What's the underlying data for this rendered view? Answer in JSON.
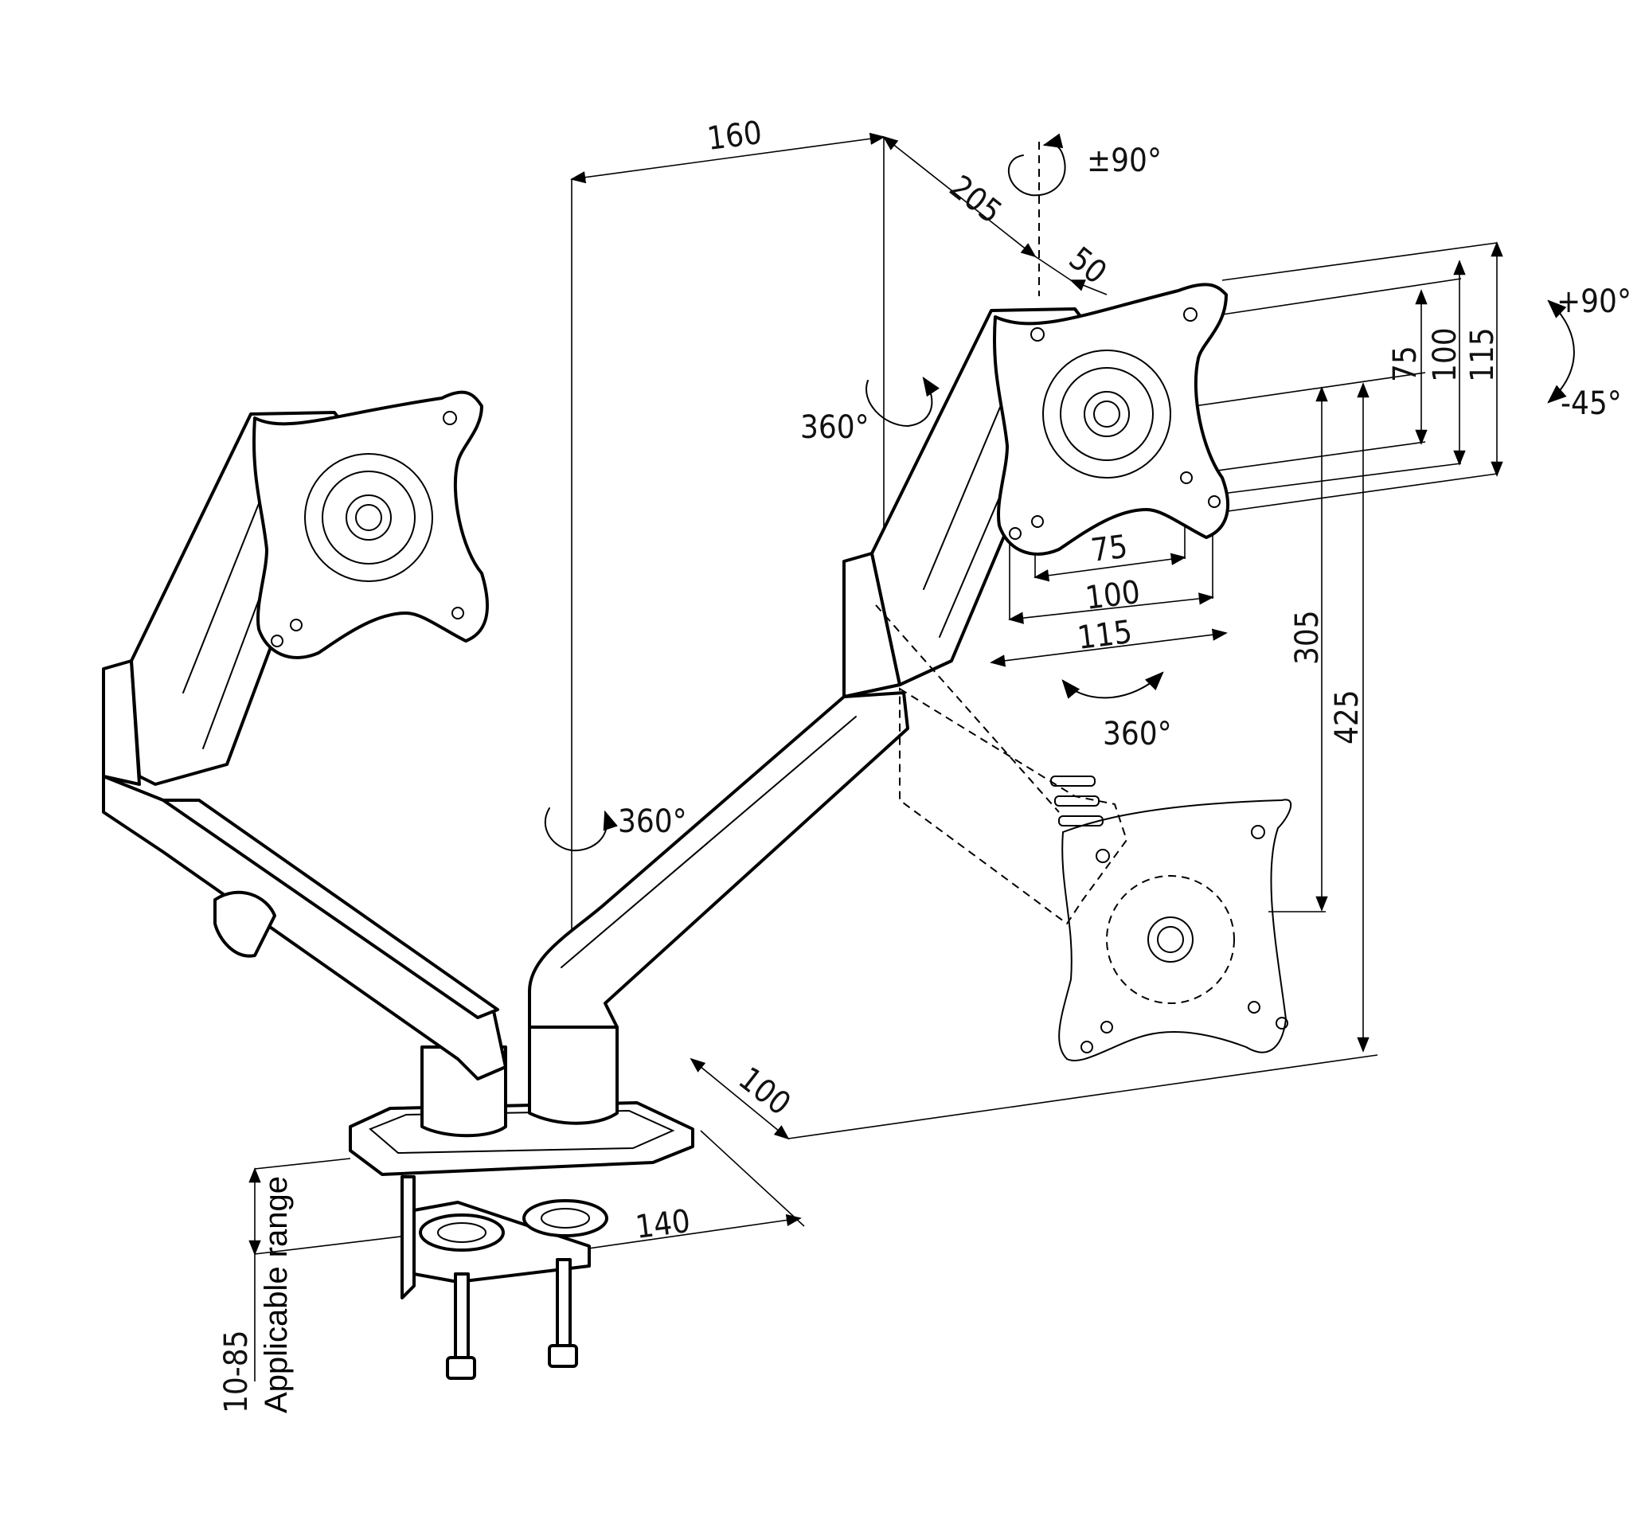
{
  "dimensions": {
    "d160": "160",
    "d205": "205",
    "d50": "50",
    "rot_pm90": "±90°",
    "tilt_plus": "+90°",
    "tilt_minus": "-45°",
    "v75": "75",
    "v100": "100",
    "v115": "115",
    "h75": "75",
    "h100": "100",
    "h115": "115",
    "swivel_arm": "360°",
    "swivel_head": "360°",
    "swivel_base": "360°",
    "h305": "305",
    "h425": "425",
    "base100": "100",
    "base140": "140",
    "clamp_range": "10-85",
    "clamp_label": "Applicable range"
  },
  "colors": {
    "line": "#000000",
    "background": "#ffffff"
  }
}
